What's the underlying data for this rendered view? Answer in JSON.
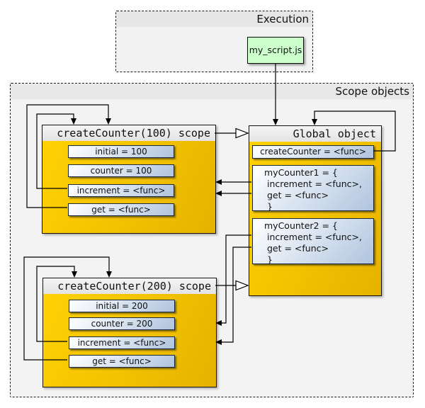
{
  "execution": {
    "title": "Execution",
    "script_box": "my_script.js"
  },
  "scope_objects": {
    "title": "Scope objects",
    "scope100": {
      "title": "createCounter(100) scope",
      "rows": [
        "initial = 100",
        "counter = 100",
        "increment = <func>",
        "get = <func>"
      ]
    },
    "global": {
      "title": "Global object",
      "createCounter_row": "createCounter = <func>",
      "myCounter1": [
        "myCounter1 = {",
        " increment = <func>,",
        " get = <func>",
        " }"
      ],
      "myCounter2": [
        "myCounter2 = {",
        " increment = <func>,",
        " get = <func>",
        " }"
      ]
    },
    "scope200": {
      "title": "createCounter(200) scope",
      "rows": [
        "initial = 200",
        "counter = 200",
        "increment = <func>",
        "get = <func>"
      ]
    }
  },
  "colors": {
    "scope_fill": "#f0bd00",
    "row_fill": "#b0c4de",
    "script_fill": "#ccffcc",
    "panel_fill": "#f3f3f3",
    "header_fill": "#e7e7e7"
  }
}
